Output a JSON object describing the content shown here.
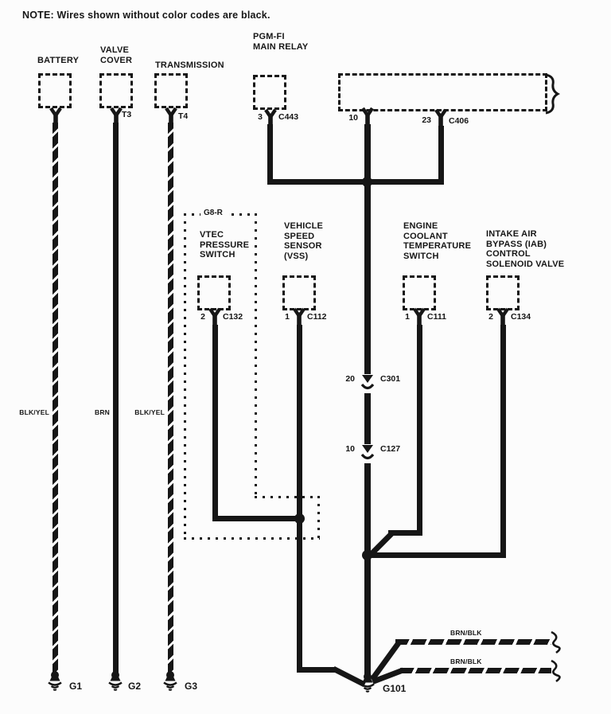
{
  "note": "NOTE: Wires shown without color codes are black.",
  "colors": {
    "line": "#161616",
    "background": "#fcfcfc"
  },
  "components": {
    "battery": {
      "label": "BATTERY",
      "ground": "G1",
      "wire_color": "BLK/YEL"
    },
    "valve_cover": {
      "label": "VALVE\nCOVER",
      "terminal": "T3",
      "ground": "G2",
      "wire_color": "BRN"
    },
    "transmission": {
      "label": "TRANSMISSION",
      "terminal": "T4",
      "ground": "G3",
      "wire_color": "BLK/YEL"
    },
    "pgm_fi_main_relay": {
      "label": "PGM-FI\nMAIN RELAY",
      "pin": "3",
      "connector": "C443"
    },
    "module_upper_right": {
      "pin_a": "10",
      "pin_b": "23",
      "connector": "C406"
    },
    "vtec_pressure_switch": {
      "label": "VTEC\nPRESSURE\nSWITCH",
      "pin": "2",
      "connector": "C132"
    },
    "vehicle_speed_sensor": {
      "label": "VEHICLE\nSPEED\nSENSOR\n(VSS)",
      "pin": "1",
      "connector": "C112"
    },
    "engine_coolant_temperature_switch": {
      "label": "ENGINE\nCOOLANT\nTEMPERATURE\nSWITCH",
      "pin": "1",
      "connector": "C111"
    },
    "iab_control_solenoid_valve": {
      "label": "INTAKE AIR\nBYPASS (IAB)\nCONTROL\nSOLENOID VALVE",
      "pin": "2",
      "connector": "C134"
    }
  },
  "harness_group": {
    "label": "G8-R"
  },
  "inline_connectors": [
    {
      "pin": "20",
      "connector": "C301"
    },
    {
      "pin": "10",
      "connector": "C127"
    }
  ],
  "branch_wires": [
    {
      "color_code": "BRN/BLK"
    },
    {
      "color_code": "BRN/BLK"
    }
  ],
  "ground_main": {
    "label": "G101"
  }
}
